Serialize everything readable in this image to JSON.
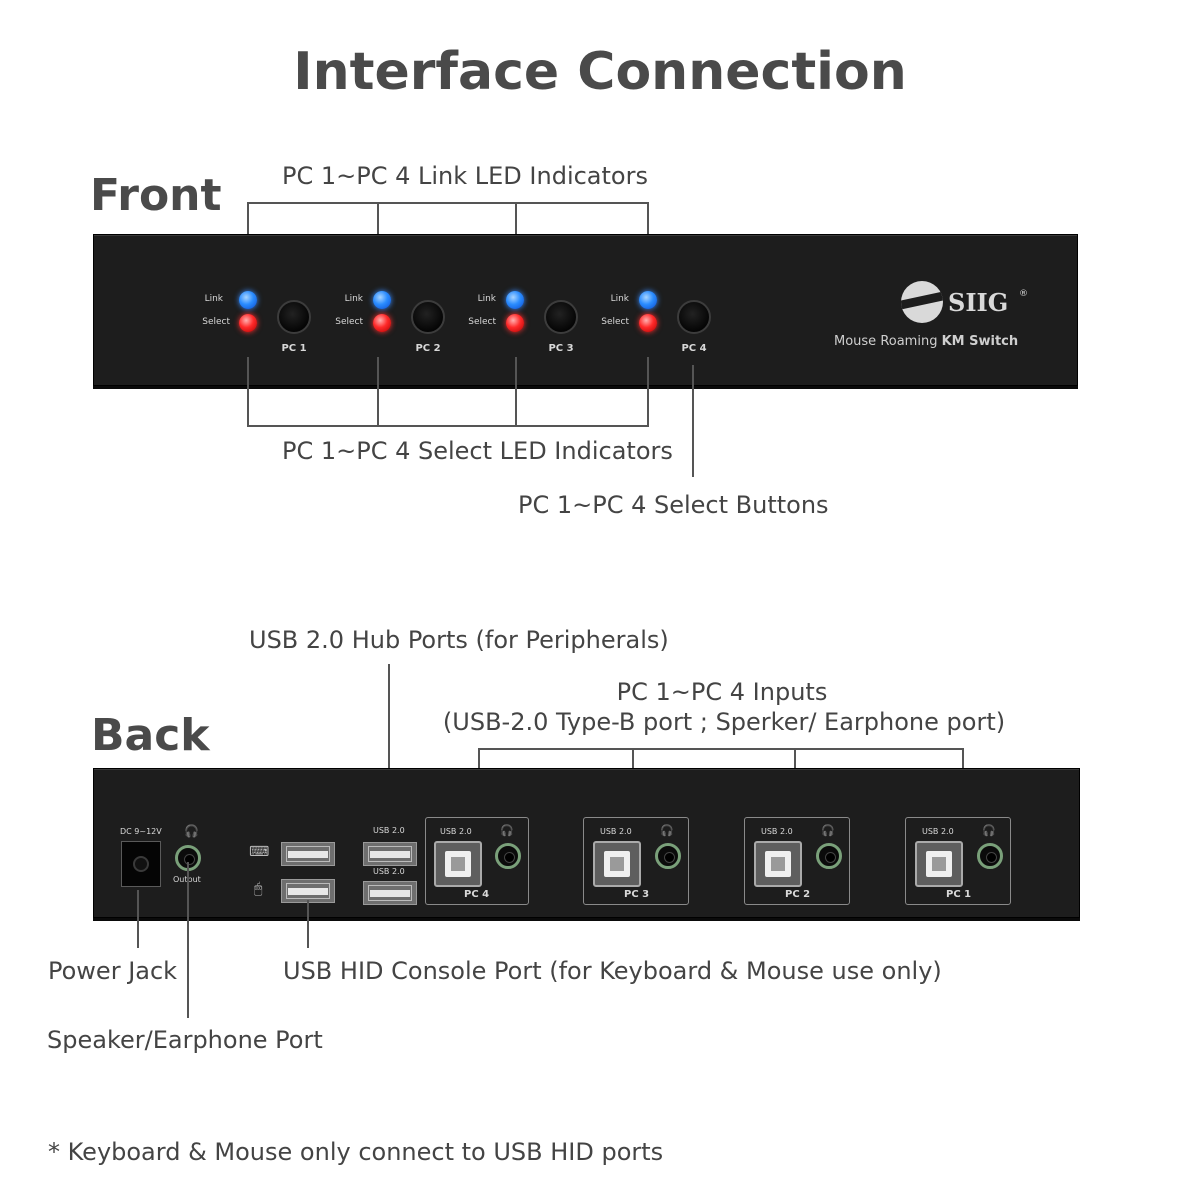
{
  "title": "Interface Connection",
  "front": {
    "heading": "Front",
    "callouts": {
      "link_leds": "PC 1~PC 4 Link LED Indicators",
      "select_leds": "PC 1~PC 4 Select LED Indicators",
      "select_buttons": "PC 1~PC 4 Select Buttons"
    },
    "led_labels": {
      "link": "Link",
      "select": "Select"
    },
    "ports": [
      {
        "label": "PC 1"
      },
      {
        "label": "PC 2"
      },
      {
        "label": "PC 3"
      },
      {
        "label": "PC 4"
      }
    ],
    "logo": {
      "brand": "SIIG",
      "reg": "®"
    },
    "product": {
      "prefix": "Mouse Roaming",
      "bold": "KM Switch"
    },
    "colors": {
      "link_led": "#2a8cff",
      "select_led": "#ff2a2a"
    }
  },
  "back": {
    "heading": "Back",
    "callouts": {
      "hub_ports": "USB 2.0 Hub Ports (for Peripherals)",
      "pc_inputs_line1": "PC 1~PC 4 Inputs",
      "pc_inputs_line2": "(USB-2.0 Type-B port ; Sperker/ Earphone port)",
      "power_jack": "Power Jack",
      "hid_console": "USB HID Console Port (for Keyboard & Mouse use only)",
      "speaker_port": "Speaker/Earphone Port"
    },
    "dc_label": "DC 9~12V",
    "output_label": "Output",
    "hub_labels": [
      "USB 2.0",
      "USB 2.0"
    ],
    "groups": [
      {
        "usb_label": "USB 2.0",
        "pc_label": "PC 4"
      },
      {
        "usb_label": "USB 2.0",
        "pc_label": "PC 3"
      },
      {
        "usb_label": "USB 2.0",
        "pc_label": "PC 2"
      },
      {
        "usb_label": "USB 2.0",
        "pc_label": "PC 1"
      }
    ],
    "icons": [
      "headphone-icon",
      "keyboard-icon",
      "mouse-icon"
    ]
  },
  "footnote": "* Keyboard & Mouse only connect to USB HID ports"
}
